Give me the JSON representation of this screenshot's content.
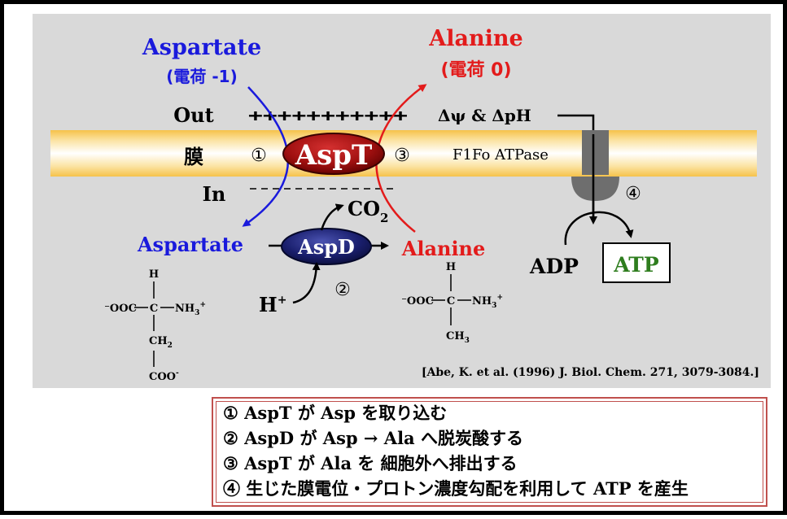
{
  "labels": {
    "aspartate_out": "Aspartate",
    "charge_out": "(電荷 -1)",
    "alanine_out": "Alanine",
    "charge_alanine": "(電荷 0)",
    "out": "Out",
    "in": "In",
    "membrane": "膜",
    "plus_signs": "+++++++++++",
    "gradient": "Δψ & ΔpH",
    "atpase": "F1Fo ATPase",
    "aspt": "AspT",
    "aspd": "AspD",
    "co2": "CO",
    "co2_sub": "2",
    "aspartate_in": "Aspartate",
    "alanine_in": "Alanine",
    "h_plus": "H",
    "h_plus_sup": "+",
    "adp": "ADP",
    "atp": "ATP",
    "step1": "①",
    "step2": "②",
    "step3": "③",
    "step4": "④",
    "citation": "[Abe, K. et al. (1996) J. Biol. Chem. 271, 3079-3084.]"
  },
  "aspartate_structure": {
    "h": "H",
    "left": "⁻OOC",
    "c": "C",
    "right": "NH",
    "right_sub": "3",
    "right_sup": "+",
    "ch2": "CH",
    "ch2_sub": "2",
    "coo": "COO",
    "coo_sup": "-"
  },
  "alanine_structure": {
    "h": "H",
    "left": "⁻OOC",
    "c": "C",
    "right": "NH",
    "right_sub": "3",
    "right_sup": "+",
    "ch3": "CH",
    "ch3_sub": "3"
  },
  "legend": [
    "① AspT が Asp を取り込む",
    "② AspD が Asp → Ala へ脱炭酸する",
    "③ AspT が Ala を 細胞外へ排出する",
    "④ 生じた膜電位・プロトン濃度勾配を利用して ATP を産生"
  ],
  "colors": {
    "aspartate": "#1a1adc",
    "alanine": "#e31b1b",
    "atp": "#2e7d1e",
    "aspt_fill": "#a01010",
    "aspd_fill": "#1a1f6e",
    "legend_border": "#c0504d"
  }
}
